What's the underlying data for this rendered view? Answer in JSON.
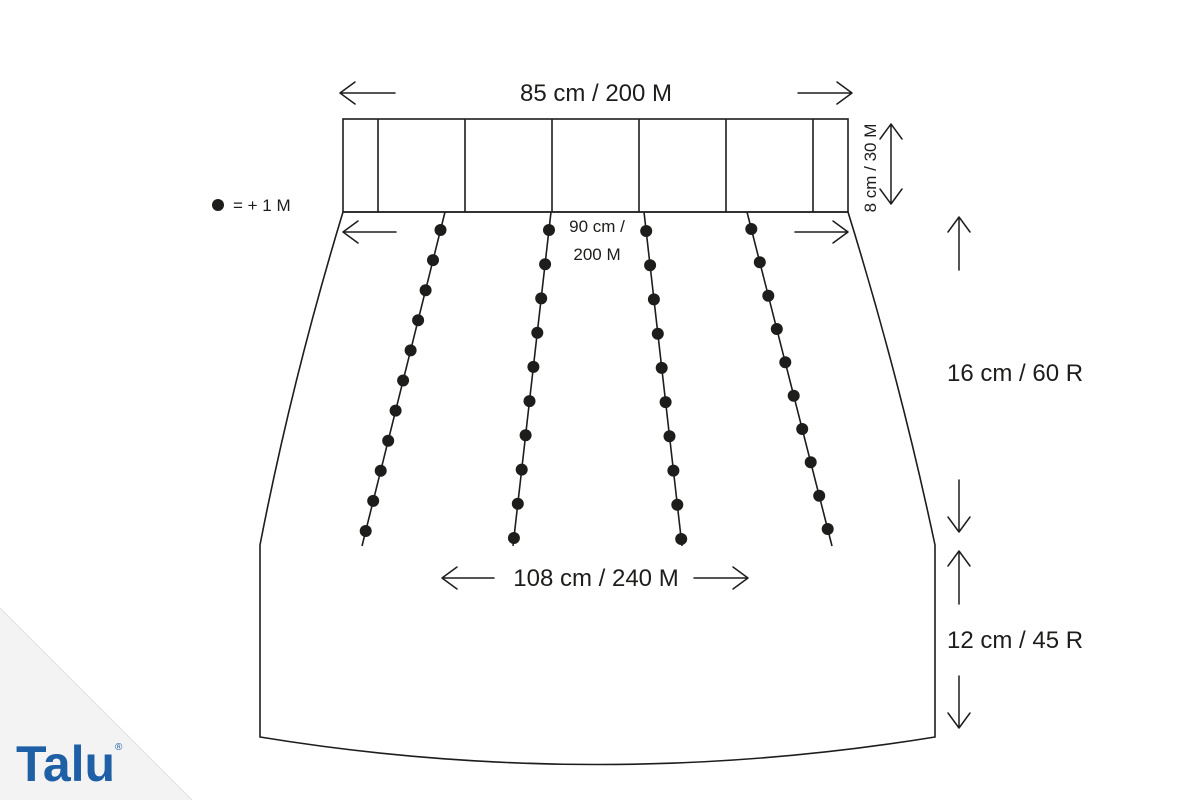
{
  "labels": {
    "waistband_width": "85 cm / 200 M",
    "waistband_height": "8 cm / 30 M",
    "top_edge_line1": "90 cm /",
    "top_edge_line2": "200 M",
    "increase_section": "16 cm / 60 R",
    "hem_width": "108 cm / 240 M",
    "hem_section": "12 cm / 45 R"
  },
  "legend": {
    "text": "= + 1 M",
    "symbol": "dot"
  },
  "logo": {
    "text": "Talu",
    "registered": "®"
  },
  "colors": {
    "ink": "#1d1d1b",
    "logo_blue": "#1f5fa6",
    "corner_grey": "#e9e9e9"
  },
  "increase_lines": [
    {
      "dots": 11
    },
    {
      "dots": 10
    },
    {
      "dots": 10
    },
    {
      "dots": 10
    }
  ]
}
